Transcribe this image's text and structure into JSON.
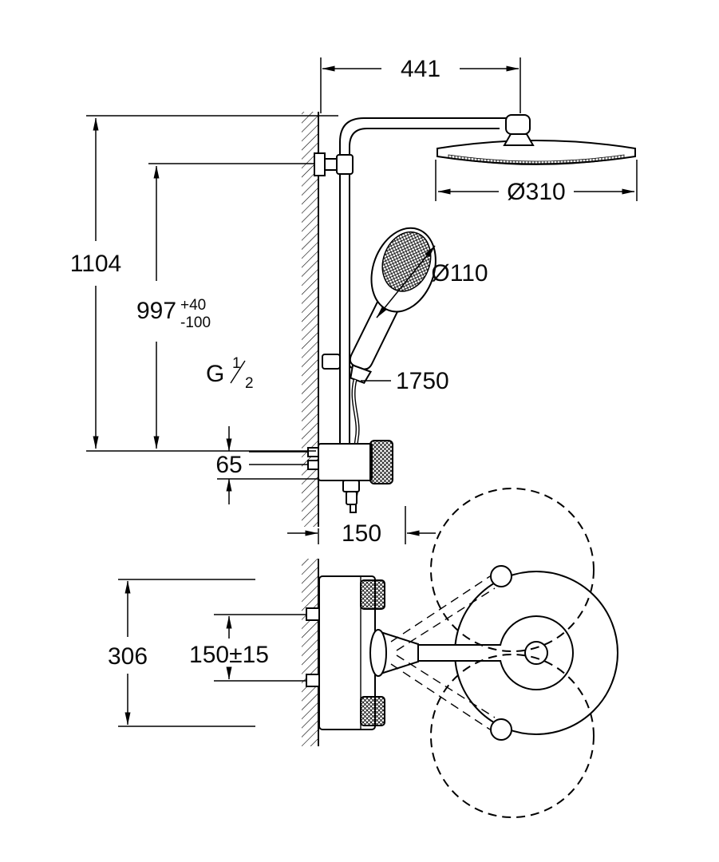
{
  "dimensions": {
    "arm_reach": "441",
    "head_diameter": "Ø310",
    "height_overall": "1104",
    "height_install": "997",
    "height_install_tol_plus": "+40",
    "height_install_tol_minus": "-100",
    "hand_shower_diameter": "Ø110",
    "hose_length": "1750",
    "inlet_height": "65",
    "body_projection": "150",
    "plan_span": "306",
    "inlet_spacing": "150±15",
    "thread": {
      "prefix": "G",
      "numerator": "1",
      "denominator": "2"
    }
  }
}
